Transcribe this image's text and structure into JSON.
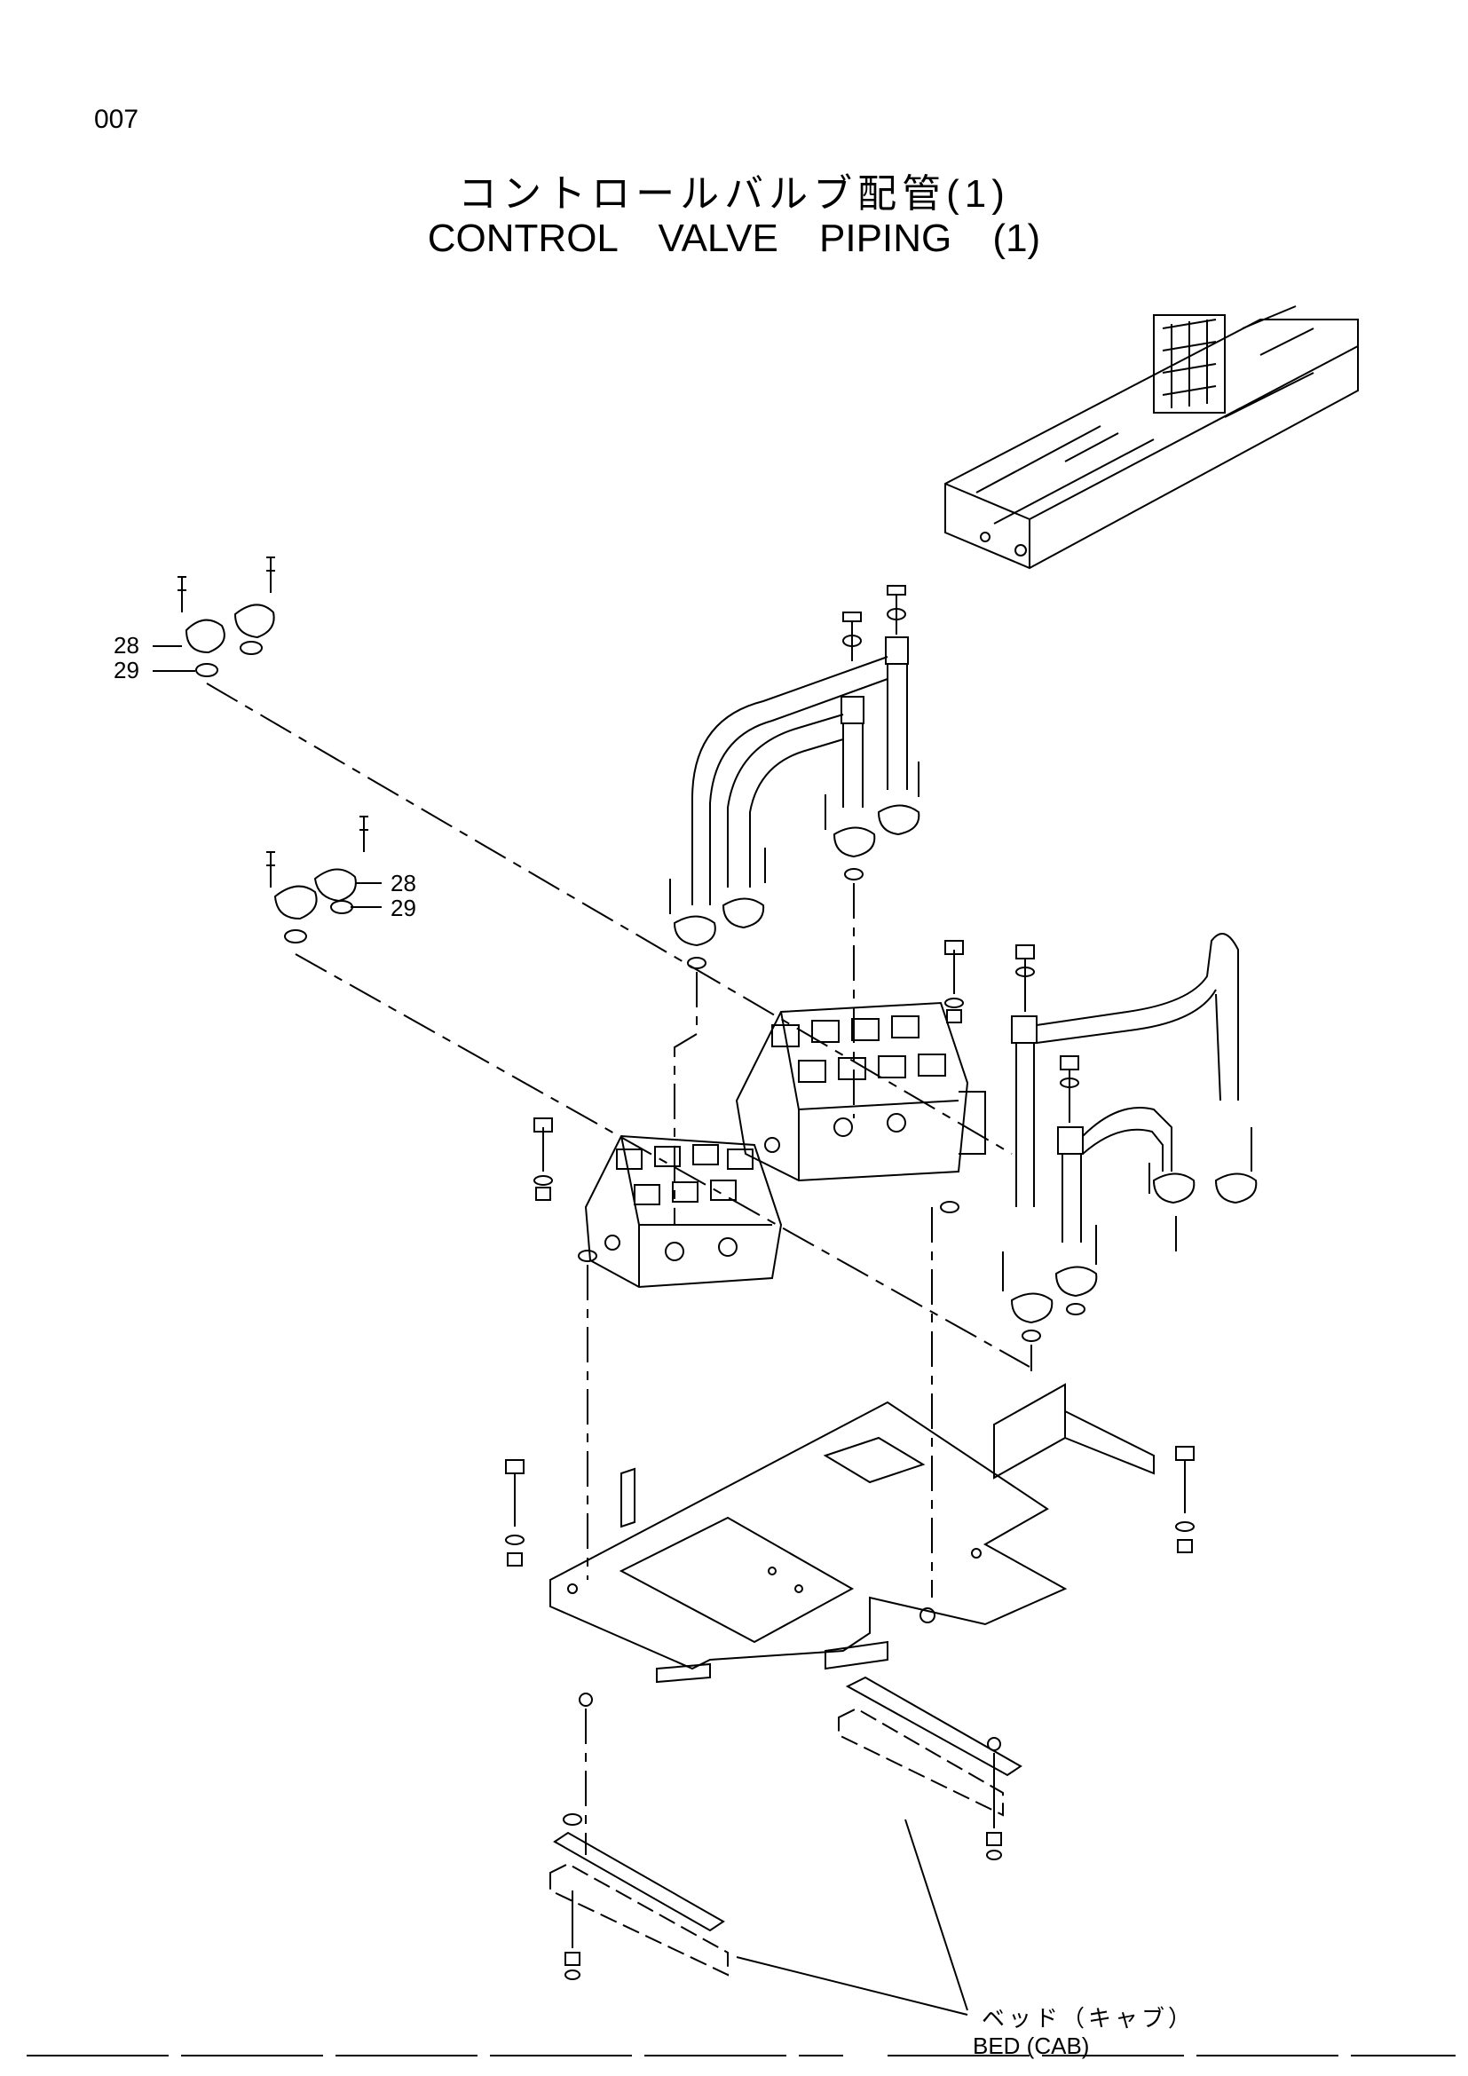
{
  "page_number": "007",
  "title": {
    "japanese": "コントロールバルブ配管(1)",
    "english": "CONTROL VALVE PIPING (1)"
  },
  "callouts": [
    {
      "id": "top-left-cover",
      "labels": [
        "28",
        "29"
      ]
    },
    {
      "id": "middle-left-cover",
      "labels": [
        "28",
        "29"
      ]
    }
  ],
  "bed_label": {
    "japanese": "ベッド（キャブ）",
    "english": "BED (CAB)"
  },
  "colors": {
    "line": "#000000",
    "background": "#ffffff"
  }
}
